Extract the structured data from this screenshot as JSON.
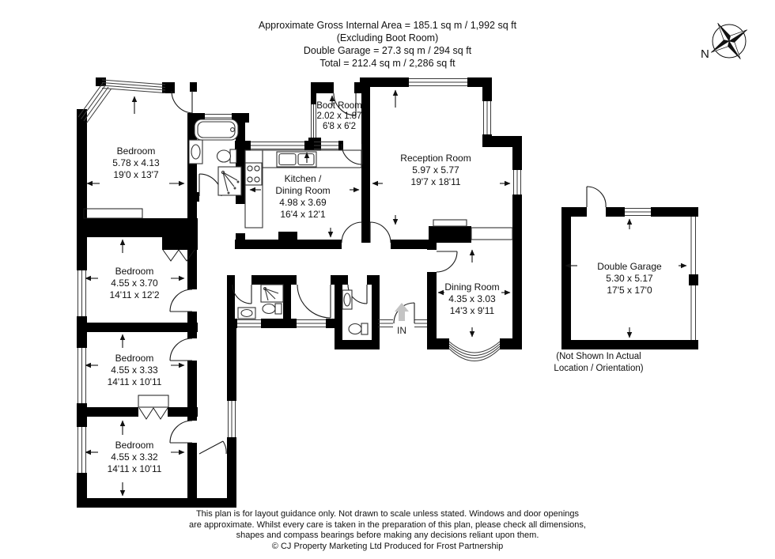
{
  "header": {
    "lines": [
      "Approximate Gross Internal Area = 185.1 sq m / 1,992 sq ft",
      "(Excluding Boot Room)",
      "Double Garage = 27.3 sq m / 294 sq ft",
      "Total = 212.4 sq m / 2,286 sq ft"
    ]
  },
  "compass": {
    "label": "N"
  },
  "rooms": {
    "bedroom1": {
      "name": "Bedroom",
      "metric": "5.78 x 4.13",
      "imperial": "19'0 x 13'7"
    },
    "bedroom2": {
      "name": "Bedroom",
      "metric": "4.55 x 3.70",
      "imperial": "14'11 x 12'2"
    },
    "bedroom3": {
      "name": "Bedroom",
      "metric": "4.55 x 3.33",
      "imperial": "14'11 x 10'11"
    },
    "bedroom4": {
      "name": "Bedroom",
      "metric": "4.55 x 3.32",
      "imperial": "14'11 x 10'11"
    },
    "boot_room": {
      "name": "Boot Room",
      "metric": "2.02 x 1.87",
      "imperial": "6'8 x 6'2"
    },
    "kitchen": {
      "name": "Kitchen /",
      "name2": "Dining Room",
      "metric": "4.98 x 3.69",
      "imperial": "16'4 x 12'1"
    },
    "reception": {
      "name": "Reception Room",
      "metric": "5.97 x 5.77",
      "imperial": "19'7 x 18'11"
    },
    "dining": {
      "name": "Dining Room",
      "metric": "4.35 x 3.03",
      "imperial": "14'3 x 9'11"
    },
    "garage": {
      "name": "Double Garage",
      "metric": "5.30 x 5.17",
      "imperial": "17'5 x 17'0"
    }
  },
  "entrance": {
    "label": "IN"
  },
  "garage_note": {
    "line1": "(Not Shown In Actual",
    "line2": "Location / Orientation)"
  },
  "footer": {
    "lines": [
      "This plan is for layout guidance only. Not drawn to scale unless stated. Windows and door openings",
      "are approximate. Whilst every care is taken in the preparation of this plan, please check all dimensions,",
      "shapes and compass bearings before making any decisions reliant upon them."
    ],
    "copyright": "© CJ Property Marketing Ltd Produced for Frost Partnership"
  },
  "colors": {
    "wall": "#000000",
    "line": "#1a1a1a",
    "text": "#111111",
    "in_arrow": "#c4c4c4"
  }
}
